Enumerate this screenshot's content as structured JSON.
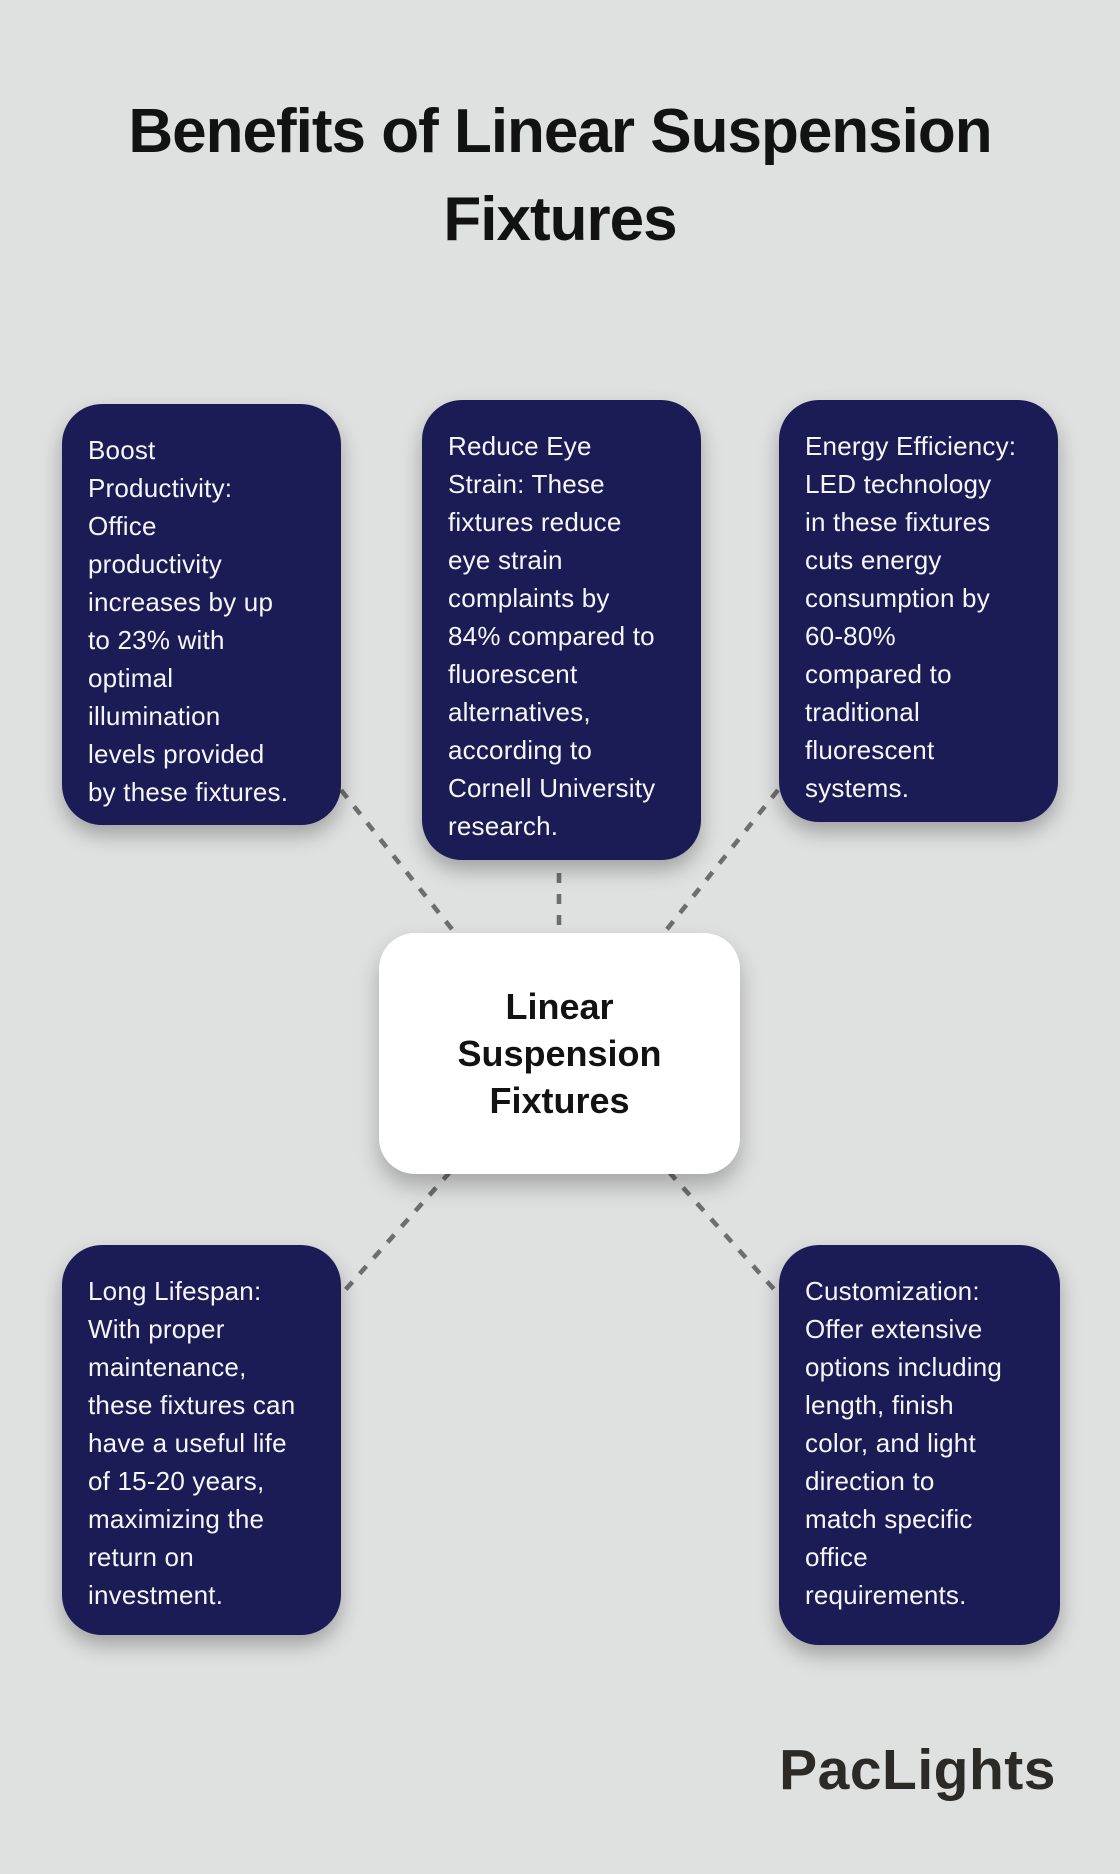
{
  "title": "Benefits of Linear Suspension\nFixtures",
  "center_node": {
    "label": "Linear\nSuspension\nFixtures"
  },
  "benefit_cards": [
    {
      "name": "boost-productivity",
      "text": "Boost\nProductivity:\nOffice\nproductivity\nincreases by up\nto 23% with\noptimal\nillumination\nlevels provided\nby these fixtures."
    },
    {
      "name": "reduce-eye-strain",
      "text": "Reduce Eye\nStrain: These\nfixtures reduce\neye strain\ncomplaints by\n84% compared to\nfluorescent\nalternatives,\naccording to\nCornell University\nresearch."
    },
    {
      "name": "energy-efficiency",
      "text": "Energy Efficiency:\nLED technology\nin these fixtures\ncuts energy\nconsumption by\n60-80%\ncompared to\ntraditional\nfluorescent\nsystems."
    },
    {
      "name": "long-lifespan",
      "text": "Long Lifespan:\nWith proper\nmaintenance,\nthese fixtures can\nhave a useful life\nof 15-20 years,\nmaximizing the\nreturn on\ninvestment."
    },
    {
      "name": "customization",
      "text": "Customization:\nOffer extensive\noptions including\nlength, finish\ncolor, and light\ndirection to\nmatch specific\noffice\nrequirements."
    }
  ],
  "brand": {
    "name": "PacLights"
  },
  "colors": {
    "page_background": "#dfe0e0",
    "card_background": "#1b1b56",
    "card_text": "#f6f6f8",
    "center_background": "#ffffff",
    "center_text": "#121212",
    "title_text": "#121212",
    "connector": "#6e6e6e",
    "brand_text": "#2c2a27"
  }
}
